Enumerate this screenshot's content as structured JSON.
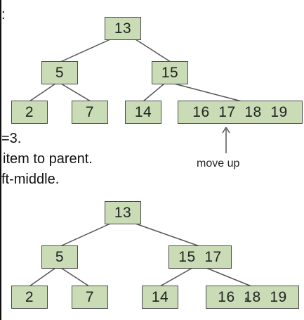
{
  "side_text": {
    "line_0": ":",
    "line_1": "=3.",
    "line_2": "item to parent.",
    "line_3": "ft-middle."
  },
  "tree_before": {
    "root": "13",
    "left": "5",
    "right": "15",
    "left_left": "2",
    "left_right": "7",
    "right_left": "14",
    "right_right": "16  17  18  19"
  },
  "annotation": {
    "label": "move up"
  },
  "tree_after": {
    "root": "13",
    "left": "5",
    "right": "15  17",
    "left_left": "2",
    "left_right": "7",
    "right_left": "14",
    "right_right": "16  18  19"
  },
  "colors": {
    "node_fill": "#c9dcb6",
    "node_border": "#4a4a4a",
    "edge": "#555555"
  }
}
